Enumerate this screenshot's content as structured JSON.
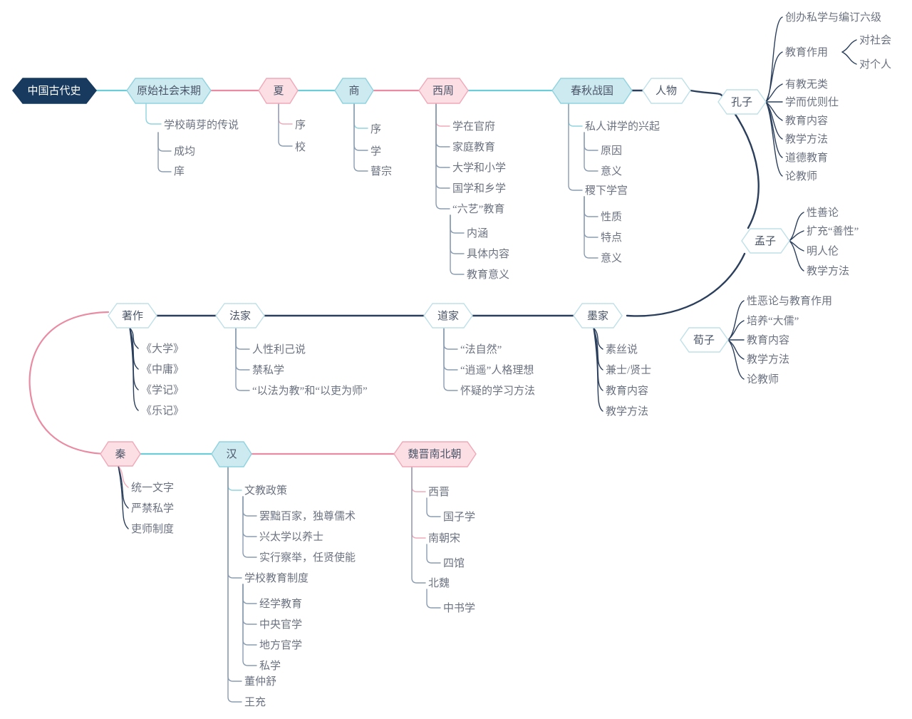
{
  "theme": {
    "root_fill": "#173a5e",
    "root_text": "#ffffff",
    "cyan_fill": "#cdeaf0",
    "cyan_border": "#8fd3df",
    "pink_fill": "#fbdfe5",
    "pink_border": "#f0a9b8",
    "white_fill": "#ffffff",
    "white_border": "#bfe0e8",
    "line_cyan": "#6ecbd8",
    "line_pink": "#e98ba2",
    "line_navy": "#2b3f5c",
    "line_gray": "#8a9bb0",
    "text_gray": "#6b7280",
    "node_text": "#4a5568"
  },
  "root": {
    "label": "中国古代史"
  },
  "nodes": {
    "yuanshi": "原始社会末期",
    "xia": "夏",
    "shang": "商",
    "xizhou": "西周",
    "chunqiu": "春秋战国",
    "renwu": "人物",
    "kongzi": "孔子",
    "mengzi": "孟子",
    "xunzi": "荀子",
    "zhuzuo": "著作",
    "fajia": "法家",
    "daojia": "道家",
    "mojia": "墨家",
    "qin": "秦",
    "han": "汉",
    "weijin": "魏晋南北朝"
  },
  "branches": {
    "yuanshi": {
      "children": [
        {
          "label": "学校萌芽的传说",
          "children": [
            {
              "label": "成均"
            },
            {
              "label": "庠"
            }
          ]
        }
      ]
    },
    "xia": {
      "children": [
        {
          "label": "序"
        },
        {
          "label": "校"
        }
      ]
    },
    "shang": {
      "children": [
        {
          "label": "序"
        },
        {
          "label": "学"
        },
        {
          "label": "瞽宗"
        }
      ]
    },
    "xizhou": {
      "children": [
        {
          "label": "学在官府"
        },
        {
          "label": "家庭教育"
        },
        {
          "label": "大学和小学"
        },
        {
          "label": "国学和乡学"
        },
        {
          "label": "“六艺”教育",
          "children": [
            {
              "label": "内涵"
            },
            {
              "label": "具体内容"
            },
            {
              "label": "教育意义"
            }
          ]
        }
      ]
    },
    "chunqiu": {
      "children": [
        {
          "label": "私人讲学的兴起",
          "children": [
            {
              "label": "原因"
            },
            {
              "label": "意义"
            }
          ]
        },
        {
          "label": "稷下学宫",
          "children": [
            {
              "label": "性质"
            },
            {
              "label": "特点"
            },
            {
              "label": "意义"
            }
          ]
        }
      ]
    },
    "kongzi": {
      "children": [
        {
          "label": "创办私学与编订六级"
        },
        {
          "label": "教育作用",
          "children": [
            {
              "label": "对社会"
            },
            {
              "label": "对个人"
            }
          ]
        },
        {
          "label": "有教无类"
        },
        {
          "label": "学而优则仕"
        },
        {
          "label": "教育内容"
        },
        {
          "label": "教学方法"
        },
        {
          "label": "道德教育"
        },
        {
          "label": "论教师"
        }
      ]
    },
    "mengzi": {
      "children": [
        {
          "label": "性善论"
        },
        {
          "label": "扩充“善性”"
        },
        {
          "label": "明人伦"
        },
        {
          "label": "教学方法"
        }
      ]
    },
    "xunzi": {
      "children": [
        {
          "label": "性恶论与教育作用"
        },
        {
          "label": "培养“大儒”"
        },
        {
          "label": "教育内容"
        },
        {
          "label": "教学方法"
        },
        {
          "label": "论教师"
        }
      ]
    },
    "zhuzuo": {
      "children": [
        {
          "label": "《大学》"
        },
        {
          "label": "《中庸》"
        },
        {
          "label": "《学记》"
        },
        {
          "label": "《乐记》"
        }
      ]
    },
    "fajia": {
      "children": [
        {
          "label": "人性利己说"
        },
        {
          "label": "禁私学"
        },
        {
          "label": "“以法为教”和“以吏为师”"
        }
      ]
    },
    "daojia": {
      "children": [
        {
          "label": "“法自然”"
        },
        {
          "label": "“逍遥”人格理想"
        },
        {
          "label": "怀疑的学习方法"
        }
      ]
    },
    "mojia": {
      "children": [
        {
          "label": "素丝说"
        },
        {
          "label": "兼士/贤士"
        },
        {
          "label": "教育内容"
        },
        {
          "label": "教学方法"
        }
      ]
    },
    "qin": {
      "children": [
        {
          "label": "统一文字"
        },
        {
          "label": "严禁私学"
        },
        {
          "label": "吏师制度"
        }
      ]
    },
    "han": {
      "children": [
        {
          "label": "文教政策",
          "children": [
            {
              "label": "罢黜百家，独尊儒术"
            },
            {
              "label": "兴太学以养士"
            },
            {
              "label": "实行察举，任贤使能"
            }
          ]
        },
        {
          "label": "学校教育制度",
          "children": [
            {
              "label": "经学教育"
            },
            {
              "label": "中央官学"
            },
            {
              "label": "地方官学"
            },
            {
              "label": "私学"
            }
          ]
        },
        {
          "label": "董仲舒"
        },
        {
          "label": "王充"
        }
      ]
    },
    "weijin": {
      "children": [
        {
          "label": "西晋",
          "children": [
            {
              "label": "国子学"
            }
          ]
        },
        {
          "label": "南朝宋",
          "children": [
            {
              "label": "四馆"
            }
          ]
        },
        {
          "label": "北魏",
          "children": [
            {
              "label": "中书学"
            }
          ]
        }
      ]
    }
  }
}
